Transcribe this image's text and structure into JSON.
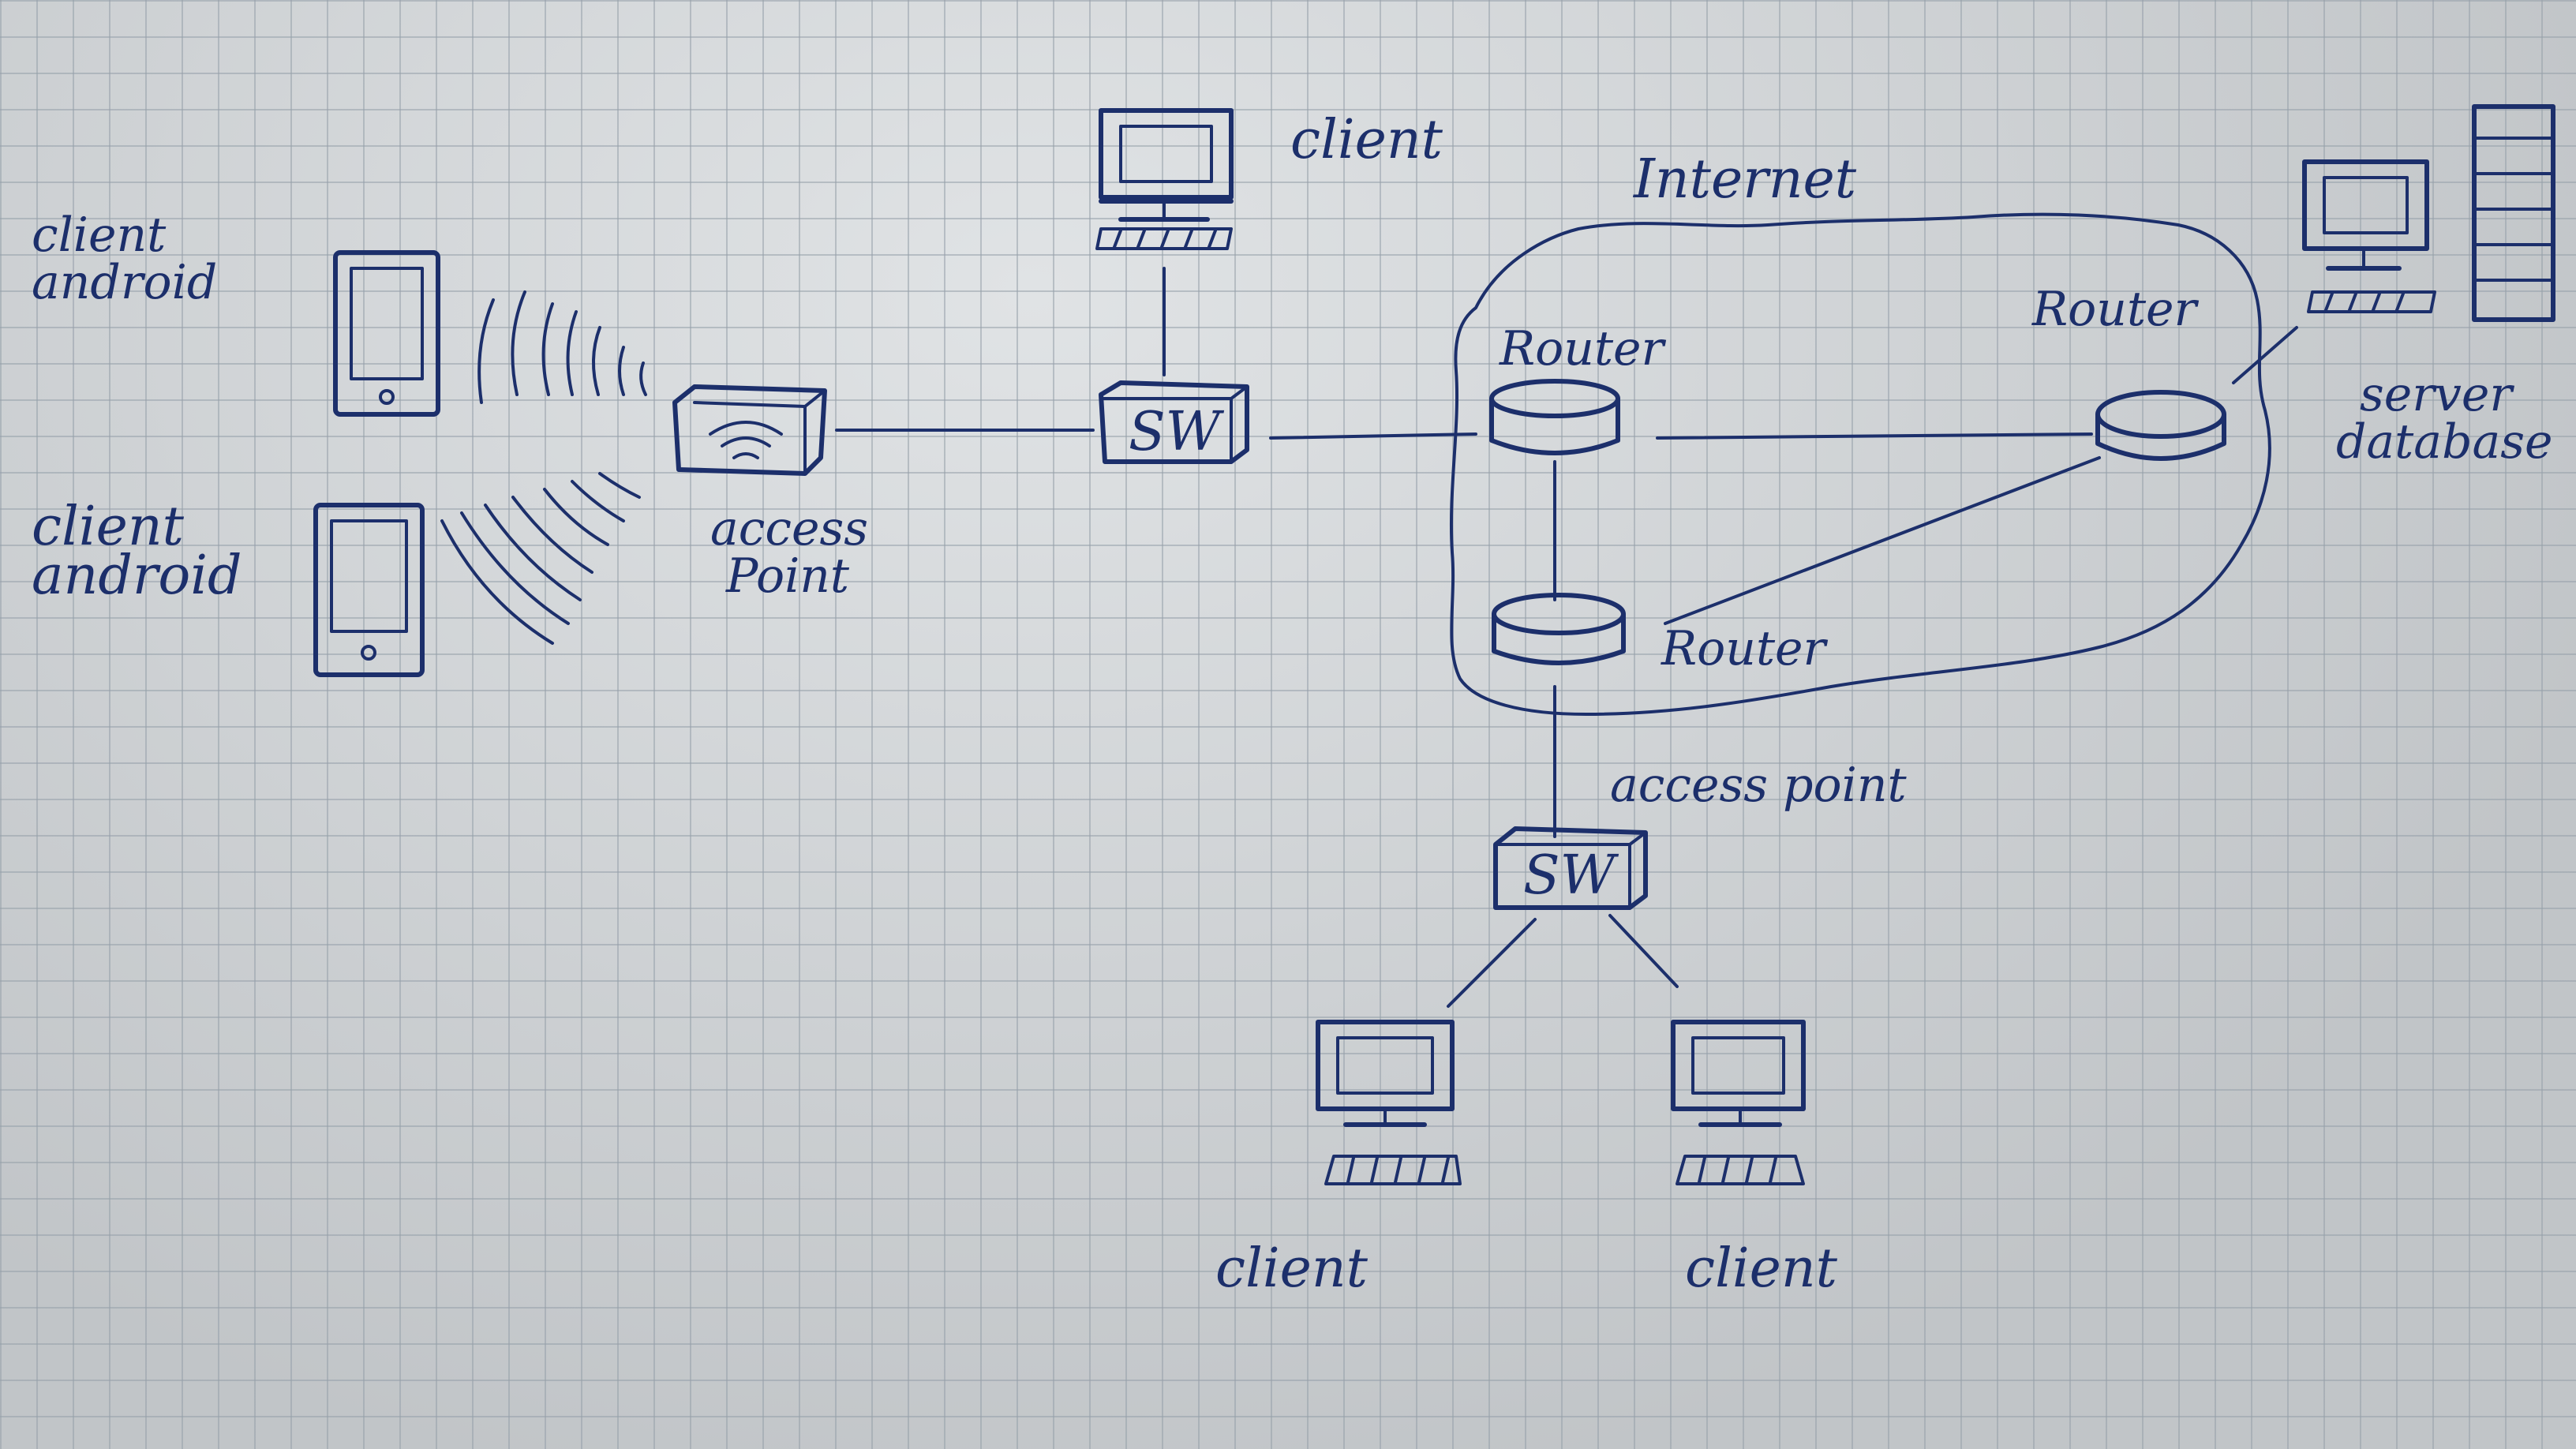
{
  "labels": {
    "client_top": "client",
    "client_android_1_line1": "client",
    "client_android_1_line2": "android",
    "client_android_2_line1": "client",
    "client_android_2_line2": "android",
    "access_point_left_line1": "access",
    "access_point_left_line2": "Point",
    "switch_left": "SW",
    "switch_bottom": "SW",
    "internet": "Internet",
    "router_top_left": "Router",
    "router_right": "Router",
    "router_bottom": "Router",
    "server_line1": "server",
    "server_line2": "database",
    "access_point_bottom": "access point",
    "client_bottom_left": "client",
    "client_bottom_right": "client"
  },
  "colors": {
    "ink": "#1c2f6b",
    "paper": "#d3d6d8",
    "grid": "#96a0aa"
  }
}
